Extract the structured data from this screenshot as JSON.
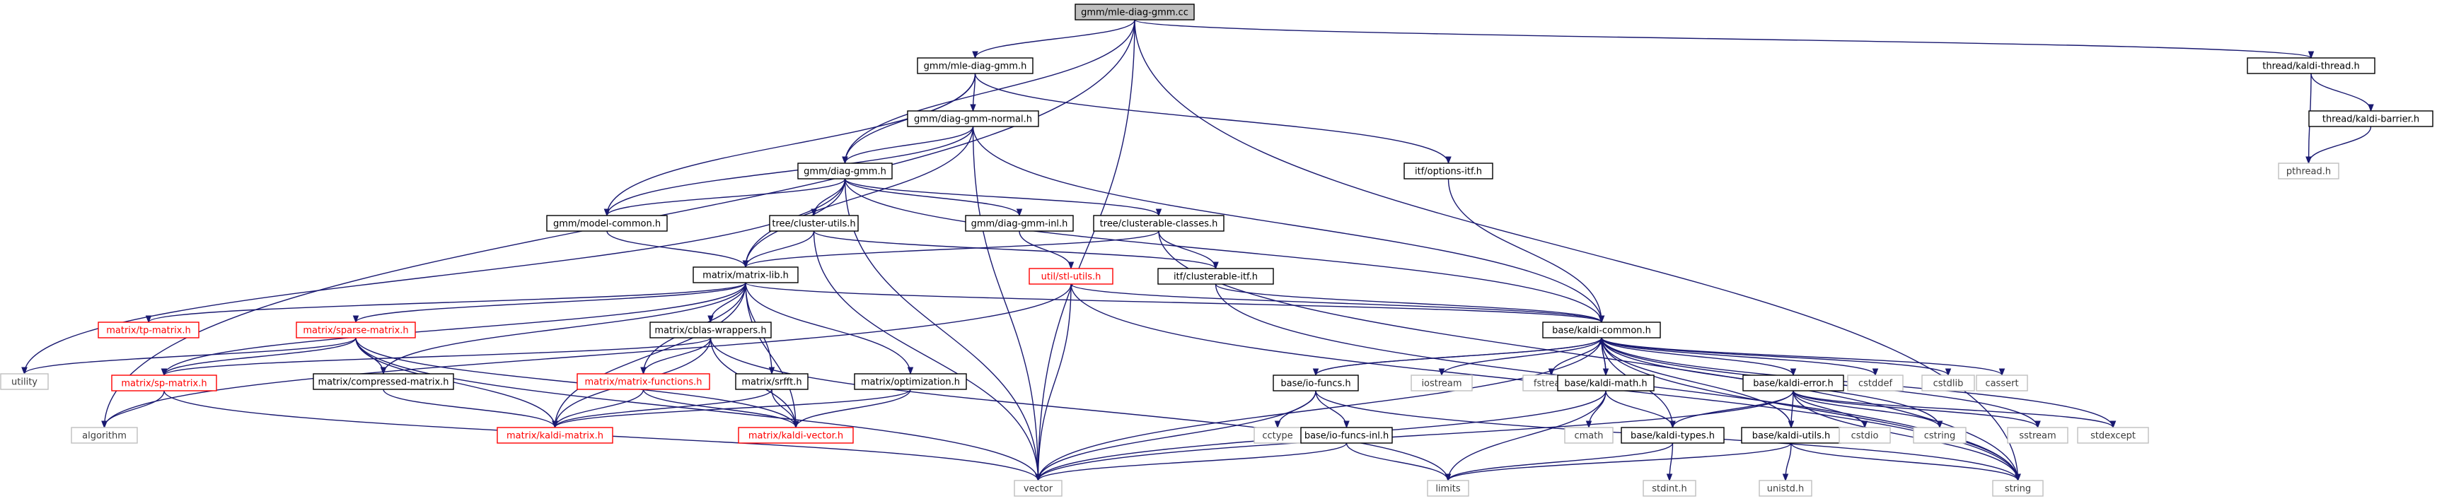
{
  "diagram": {
    "nodes": [
      {
        "id": "root",
        "label": "gmm/mle-diag-gmm.cc",
        "kind": "root"
      },
      {
        "id": "mle_h",
        "label": "gmm/mle-diag-gmm.h",
        "kind": "normal"
      },
      {
        "id": "kthread",
        "label": "thread/kaldi-thread.h",
        "kind": "normal"
      },
      {
        "id": "dgn",
        "label": "gmm/diag-gmm-normal.h",
        "kind": "normal"
      },
      {
        "id": "kbarrier",
        "label": "thread/kaldi-barrier.h",
        "kind": "normal"
      },
      {
        "id": "dgmm",
        "label": "gmm/diag-gmm.h",
        "kind": "normal"
      },
      {
        "id": "optitf",
        "label": "itf/options-itf.h",
        "kind": "normal"
      },
      {
        "id": "pthread",
        "label": "pthread.h",
        "kind": "system"
      },
      {
        "id": "modelc",
        "label": "gmm/model-common.h",
        "kind": "normal"
      },
      {
        "id": "clutils",
        "label": "tree/cluster-utils.h",
        "kind": "normal"
      },
      {
        "id": "dginl",
        "label": "gmm/diag-gmm-inl.h",
        "kind": "normal"
      },
      {
        "id": "clclasses",
        "label": "tree/clusterable-classes.h",
        "kind": "normal"
      },
      {
        "id": "mlib",
        "label": "matrix/matrix-lib.h",
        "kind": "normal"
      },
      {
        "id": "stlutils",
        "label": "util/stl-utils.h",
        "kind": "red"
      },
      {
        "id": "clitf",
        "label": "itf/clusterable-itf.h",
        "kind": "normal"
      },
      {
        "id": "tpm",
        "label": "matrix/tp-matrix.h",
        "kind": "red"
      },
      {
        "id": "spm",
        "label": "matrix/sparse-matrix.h",
        "kind": "red"
      },
      {
        "id": "cblas",
        "label": "matrix/cblas-wrappers.h",
        "kind": "normal"
      },
      {
        "id": "kcommon",
        "label": "base/kaldi-common.h",
        "kind": "normal"
      },
      {
        "id": "utility",
        "label": "utility",
        "kind": "system"
      },
      {
        "id": "spmat",
        "label": "matrix/sp-matrix.h",
        "kind": "red"
      },
      {
        "id": "compm",
        "label": "matrix/compressed-matrix.h",
        "kind": "normal"
      },
      {
        "id": "mfuncs",
        "label": "matrix/matrix-functions.h",
        "kind": "red"
      },
      {
        "id": "srfft",
        "label": "matrix/srfft.h",
        "kind": "normal"
      },
      {
        "id": "optim",
        "label": "matrix/optimization.h",
        "kind": "normal"
      },
      {
        "id": "iofuncs",
        "label": "base/io-funcs.h",
        "kind": "normal"
      },
      {
        "id": "iostream",
        "label": "iostream",
        "kind": "system"
      },
      {
        "id": "fstream",
        "label": "fstream",
        "kind": "system"
      },
      {
        "id": "kmath",
        "label": "base/kaldi-math.h",
        "kind": "normal"
      },
      {
        "id": "kerror",
        "label": "base/kaldi-error.h",
        "kind": "normal"
      },
      {
        "id": "cstddef",
        "label": "cstddef",
        "kind": "system"
      },
      {
        "id": "cstdlib",
        "label": "cstdlib",
        "kind": "system"
      },
      {
        "id": "cassert",
        "label": "cassert",
        "kind": "system"
      },
      {
        "id": "algorithm",
        "label": "algorithm",
        "kind": "system"
      },
      {
        "id": "kmatrix",
        "label": "matrix/kaldi-matrix.h",
        "kind": "red"
      },
      {
        "id": "kvector",
        "label": "matrix/kaldi-vector.h",
        "kind": "red"
      },
      {
        "id": "cctype",
        "label": "cctype",
        "kind": "system"
      },
      {
        "id": "ioinl",
        "label": "base/io-funcs-inl.h",
        "kind": "normal"
      },
      {
        "id": "cmath",
        "label": "cmath",
        "kind": "system"
      },
      {
        "id": "ktypes",
        "label": "base/kaldi-types.h",
        "kind": "normal"
      },
      {
        "id": "kutils",
        "label": "base/kaldi-utils.h",
        "kind": "normal"
      },
      {
        "id": "cstdio",
        "label": "cstdio",
        "kind": "system"
      },
      {
        "id": "cstring",
        "label": "cstring",
        "kind": "system"
      },
      {
        "id": "sstream",
        "label": "sstream",
        "kind": "system"
      },
      {
        "id": "stdexcept",
        "label": "stdexcept",
        "kind": "system"
      },
      {
        "id": "vector",
        "label": "vector",
        "kind": "system"
      },
      {
        "id": "limits",
        "label": "limits",
        "kind": "system"
      },
      {
        "id": "string",
        "label": "string",
        "kind": "system"
      },
      {
        "id": "stdint",
        "label": "stdint.h",
        "kind": "system"
      },
      {
        "id": "unistd",
        "label": "unistd.h",
        "kind": "system"
      }
    ],
    "edges": [
      [
        "root",
        "mle_h"
      ],
      [
        "root",
        "kthread"
      ],
      [
        "root",
        "dgmm"
      ],
      [
        "root",
        "vector"
      ],
      [
        "root",
        "string"
      ],
      [
        "root",
        "algorithm"
      ],
      [
        "kthread",
        "kbarrier"
      ],
      [
        "kthread",
        "pthread"
      ],
      [
        "kbarrier",
        "pthread"
      ],
      [
        "mle_h",
        "dgn"
      ],
      [
        "mle_h",
        "dgmm"
      ],
      [
        "mle_h",
        "modelc"
      ],
      [
        "mle_h",
        "optitf"
      ],
      [
        "dgn",
        "dgmm"
      ],
      [
        "dgn",
        "modelc"
      ],
      [
        "dgn",
        "kcommon"
      ],
      [
        "dgn",
        "mlib"
      ],
      [
        "dgn",
        "vector"
      ],
      [
        "optitf",
        "kcommon"
      ],
      [
        "dgmm",
        "modelc"
      ],
      [
        "dgmm",
        "clutils"
      ],
      [
        "dgmm",
        "dginl"
      ],
      [
        "dgmm",
        "clclasses"
      ],
      [
        "dgmm",
        "mlib"
      ],
      [
        "dgmm",
        "kcommon"
      ],
      [
        "dgmm",
        "vector"
      ],
      [
        "dgmm",
        "utility"
      ],
      [
        "modelc",
        "mlib"
      ],
      [
        "clutils",
        "mlib"
      ],
      [
        "clutils",
        "clitf"
      ],
      [
        "clutils",
        "vector"
      ],
      [
        "dginl",
        "stlutils"
      ],
      [
        "clclasses",
        "mlib"
      ],
      [
        "clclasses",
        "clitf"
      ],
      [
        "clclasses",
        "string"
      ],
      [
        "stlutils",
        "vector"
      ],
      [
        "stlutils",
        "algorithm"
      ],
      [
        "stlutils",
        "string"
      ],
      [
        "stlutils",
        "kcommon"
      ],
      [
        "clitf",
        "kcommon"
      ],
      [
        "clitf",
        "string"
      ],
      [
        "mlib",
        "tpm"
      ],
      [
        "mlib",
        "spm"
      ],
      [
        "mlib",
        "cblas"
      ],
      [
        "mlib",
        "kcommon"
      ],
      [
        "mlib",
        "spmat"
      ],
      [
        "mlib",
        "compm"
      ],
      [
        "mlib",
        "mfuncs"
      ],
      [
        "mlib",
        "srfft"
      ],
      [
        "mlib",
        "optim"
      ],
      [
        "mlib",
        "kmatrix"
      ],
      [
        "mlib",
        "kvector"
      ],
      [
        "spm",
        "spmat"
      ],
      [
        "spm",
        "compm"
      ],
      [
        "spm",
        "kmatrix"
      ],
      [
        "spm",
        "kvector"
      ],
      [
        "spm",
        "utility"
      ],
      [
        "spm",
        "vector"
      ],
      [
        "cblas",
        "kmatrix"
      ],
      [
        "cblas",
        "kvector"
      ],
      [
        "cblas",
        "mfuncs"
      ],
      [
        "cblas",
        "limits"
      ],
      [
        "cblas",
        "spmat"
      ],
      [
        "spmat",
        "algorithm"
      ],
      [
        "spmat",
        "vector"
      ],
      [
        "compm",
        "kmatrix"
      ],
      [
        "mfuncs",
        "kmatrix"
      ],
      [
        "mfuncs",
        "kvector"
      ],
      [
        "srfft",
        "kmatrix"
      ],
      [
        "srfft",
        "kvector"
      ],
      [
        "optim",
        "kmatrix"
      ],
      [
        "optim",
        "kvector"
      ],
      [
        "kcommon",
        "iofuncs"
      ],
      [
        "kcommon",
        "iostream"
      ],
      [
        "kcommon",
        "fstream"
      ],
      [
        "kcommon",
        "kmath"
      ],
      [
        "kcommon",
        "kerror"
      ],
      [
        "kcommon",
        "cstddef"
      ],
      [
        "kcommon",
        "cstdlib"
      ],
      [
        "kcommon",
        "cassert"
      ],
      [
        "kcommon",
        "cstring"
      ],
      [
        "kcommon",
        "sstream"
      ],
      [
        "kcommon",
        "stdexcept"
      ],
      [
        "kcommon",
        "vector"
      ],
      [
        "kcommon",
        "string"
      ],
      [
        "kcommon",
        "ktypes"
      ],
      [
        "kcommon",
        "kutils"
      ],
      [
        "iofuncs",
        "kcommon"
      ],
      [
        "iofuncs",
        "cctype"
      ],
      [
        "iofuncs",
        "ioinl"
      ],
      [
        "iofuncs",
        "vector"
      ],
      [
        "iofuncs",
        "string"
      ],
      [
        "ioinl",
        "limits"
      ],
      [
        "ioinl",
        "vector"
      ],
      [
        "kmath",
        "kcommon"
      ],
      [
        "kmath",
        "cmath"
      ],
      [
        "kmath",
        "ktypes"
      ],
      [
        "kmath",
        "limits"
      ],
      [
        "kmath",
        "vector"
      ],
      [
        "kerror",
        "ktypes"
      ],
      [
        "kerror",
        "kutils"
      ],
      [
        "kerror",
        "cstdio"
      ],
      [
        "kerror",
        "cstring"
      ],
      [
        "kerror",
        "sstream"
      ],
      [
        "kerror",
        "stdexcept"
      ],
      [
        "kerror",
        "string"
      ],
      [
        "kerror",
        "vector"
      ],
      [
        "ktypes",
        "stdint"
      ],
      [
        "ktypes",
        "limits"
      ],
      [
        "kutils",
        "limits"
      ],
      [
        "kutils",
        "unistd"
      ],
      [
        "kutils",
        "string"
      ]
    ]
  }
}
